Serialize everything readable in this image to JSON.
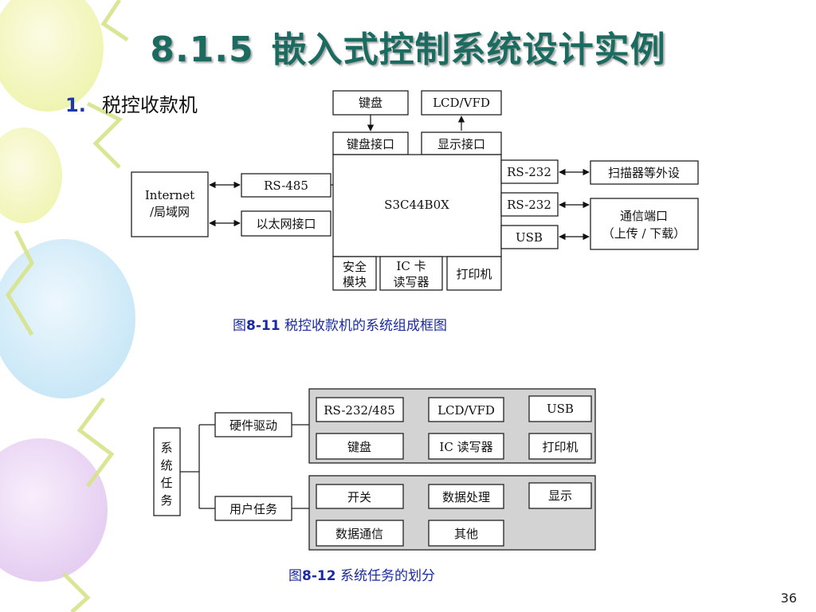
{
  "slide": {
    "title_num": "8.1.5",
    "title_text": "嵌入式控制系统设计实例",
    "subtitle_num": "1.",
    "subtitle_text": "税控收款机",
    "page_number": "36"
  },
  "diagram1": {
    "keyboard": "键盘",
    "lcd": "LCD/VFD",
    "kbd_if": "键盘接口",
    "disp_if": "显示接口",
    "internet_l1": "Internet",
    "internet_l2": "/局域网",
    "rs485": "RS-485",
    "ethernet": "以太网接口",
    "cpu": "S3C44B0X",
    "rs232a": "RS-232",
    "rs232b": "RS-232",
    "usb": "USB",
    "scanner": "扫描器等外设",
    "comm_l1": "通信端口",
    "comm_l2": "（上传 / 下载）",
    "security_l1": "安全",
    "security_l2": "模块",
    "ic_l1": "IC 卡",
    "ic_l2": "读写器",
    "printer": "打印机",
    "caption_prefix": "图",
    "caption_num": "8-11",
    "caption_text": "税控收款机的系统组成框图"
  },
  "diagram2": {
    "root_chars": [
      "系",
      "统",
      "任",
      "务"
    ],
    "hw_driver": "硬件驱动",
    "user_task": "用户任务",
    "hw_items": [
      "RS-232/485",
      "LCD/VFD",
      "USB",
      "键盘",
      "IC 读写器",
      "打印机"
    ],
    "user_items": [
      "开关",
      "数据处理",
      "显示",
      "数据通信",
      "其他"
    ],
    "caption_prefix": "图",
    "caption_num": "8-12",
    "caption_text": "系统任务的划分"
  }
}
